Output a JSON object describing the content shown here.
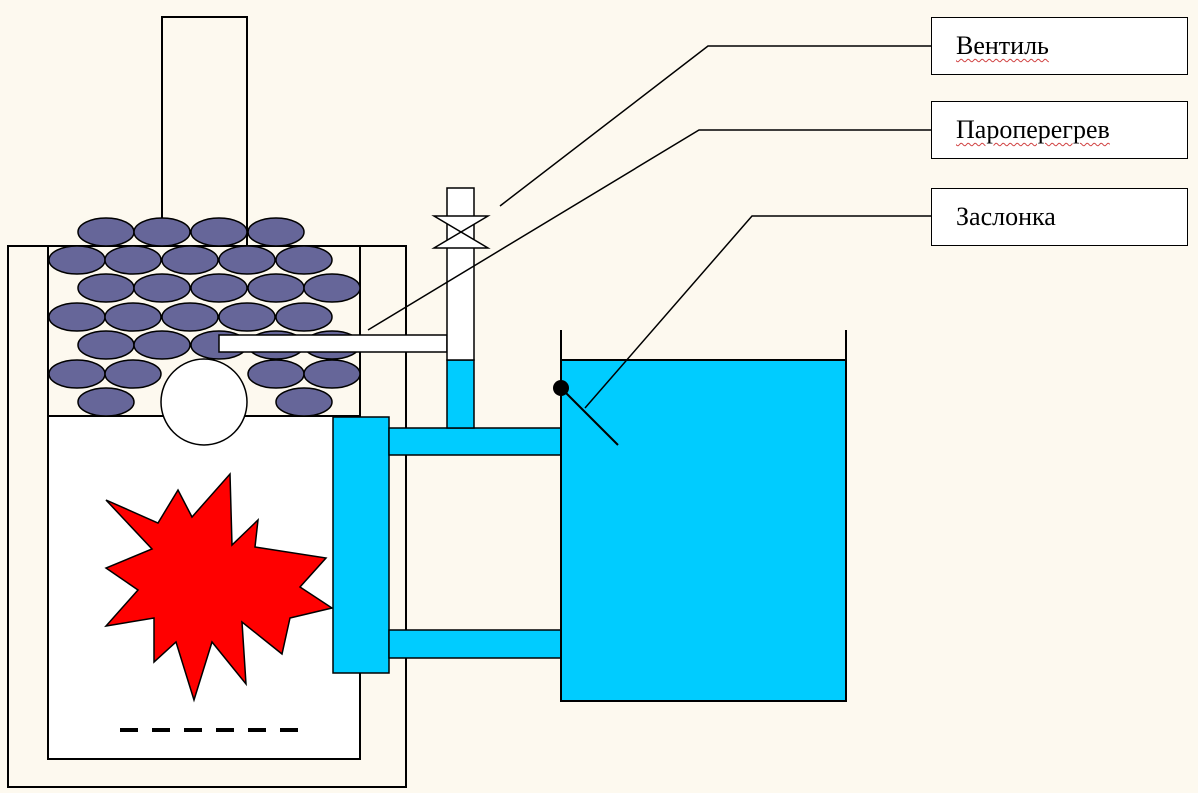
{
  "labels": {
    "valve": "Вентиль",
    "superheater": "Пароперегрев",
    "damper": "Заслонка"
  },
  "colors": {
    "background": "#fdf9ef",
    "water": "#00ccff",
    "stones": "#666699",
    "fire": "#ff0000",
    "outline": "#000000"
  },
  "icons": {
    "valve": "valve-icon",
    "fire": "fire-burst-icon",
    "damper_pivot": "pivot-dot-icon"
  }
}
